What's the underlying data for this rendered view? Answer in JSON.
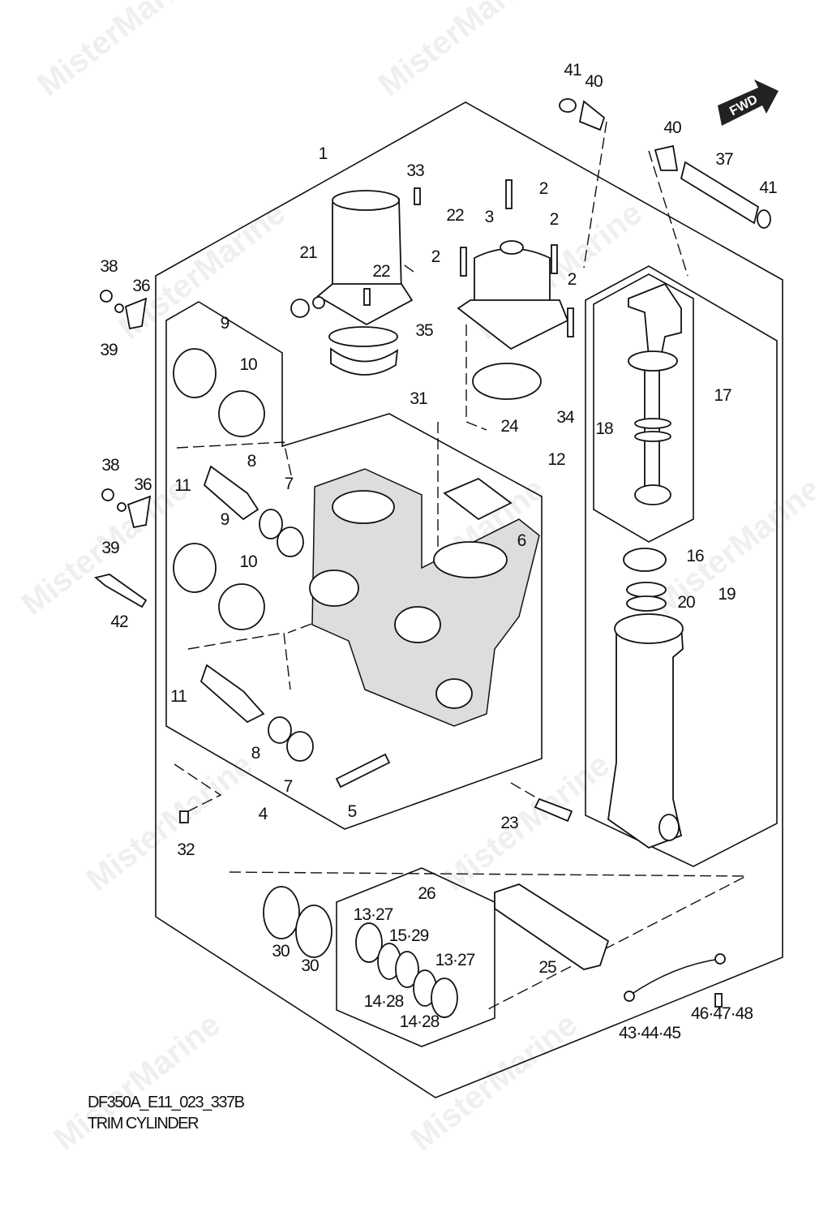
{
  "watermark": "MisterMarine",
  "fwd_label": "FWD",
  "caption": {
    "code": "DF350A_E11_023_337B",
    "title": "TRIM CYLINDER"
  },
  "labels": [
    "41",
    "40",
    "40",
    "37",
    "41",
    "1",
    "33",
    "2",
    "22",
    "3",
    "2",
    "2",
    "2",
    "21",
    "22",
    "38",
    "36",
    "39",
    "35",
    "9",
    "10",
    "31",
    "34",
    "24",
    "18",
    "17",
    "12",
    "8",
    "11",
    "38",
    "36",
    "7",
    "39",
    "9",
    "10",
    "6",
    "16",
    "19",
    "20",
    "42",
    "11",
    "8",
    "7",
    "4",
    "5",
    "23",
    "32",
    "26",
    "13·27",
    "15·29",
    "13·27",
    "30",
    "30",
    "25",
    "14·28",
    "14·28",
    "43·44·45",
    "46·47·48"
  ]
}
